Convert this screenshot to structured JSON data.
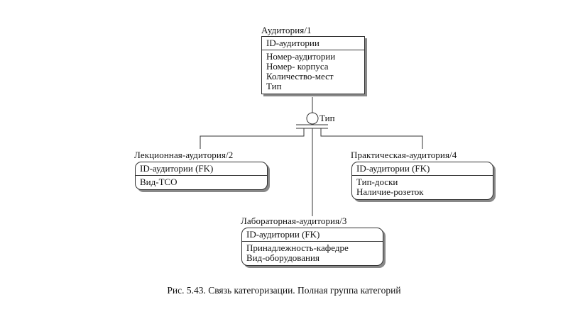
{
  "diagram": {
    "type": "ER categorization (IDEF1X)",
    "supertype": {
      "title": "Аудитория/1",
      "key": "ID-аудитории",
      "attributes": [
        "Номер-аудитории",
        "Номер- корпуса",
        "Количество-мест",
        "Тип"
      ]
    },
    "discriminator": {
      "label": "Тип",
      "complete": true
    },
    "subtypes": [
      {
        "title": "Лекционная-аудитория/2",
        "key": "ID-аудитории (FK)",
        "attributes": [
          "Вид-ТСО"
        ]
      },
      {
        "title": "Лабораторная-аудитория/3",
        "key": "ID-аудитории (FK)",
        "attributes": [
          "Принадлежность-кафедре",
          "Вид-оборудования"
        ]
      },
      {
        "title": "Практическая-аудитория/4",
        "key": "ID-аудитории (FK)",
        "attributes": [
          "Тип-доски",
          "Наличие-розеток"
        ]
      }
    ]
  },
  "caption": "Рис. 5.43. Связь категоризации. Полная группа категорий"
}
